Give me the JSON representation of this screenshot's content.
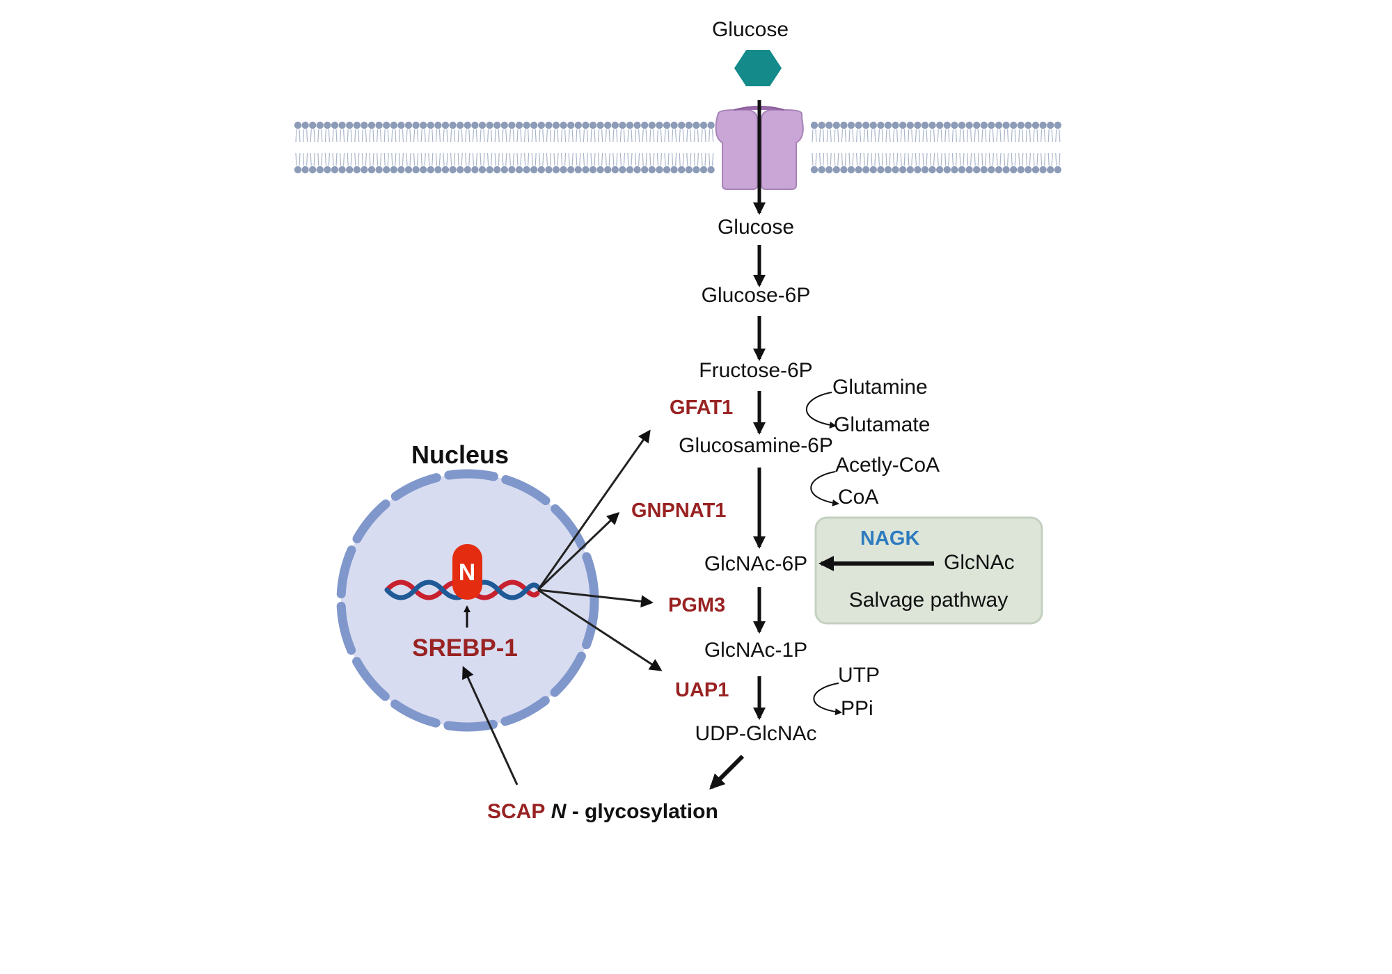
{
  "membrane": {
    "glucose_outside": "Glucose"
  },
  "pathway": {
    "metabolites": {
      "glucose": "Glucose",
      "glucose_6p": "Glucose-6P",
      "fructose_6p": "Fructose-6P",
      "glucosamine_6p": "Glucosamine-6P",
      "glcnac_6p": "GlcNAc-6P",
      "glcnac_1p": "GlcNAc-1P",
      "udp_glcnac": "UDP-GlcNAc"
    },
    "enzymes": {
      "gfat1": "GFAT1",
      "gnpnat1": "GNPNAT1",
      "pgm3": "PGM3",
      "uap1": "UAP1"
    },
    "cofactors": {
      "glutamine": "Glutamine",
      "glutamate": "Glutamate",
      "acetyl_coa": "Acetly-CoA",
      "coa": "CoA",
      "utp": "UTP",
      "ppi": "PPi"
    }
  },
  "salvage": {
    "enzyme": "NAGK",
    "substrate": "GlcNAc",
    "label": "Salvage pathway"
  },
  "nucleus": {
    "title": "Nucleus",
    "n_badge": "N",
    "srebp": "SREBP-1"
  },
  "output": {
    "scap": "SCAP",
    "n_letter": "N",
    "glycosylation": "- glycosylation"
  },
  "colors": {
    "enzyme_red": "#992222",
    "nagk_blue": "#2e7bbf",
    "glucose_teal": "#148a8a",
    "transporter_purple": "#c9a6d6",
    "nucleus_fill": "#d8dcf0",
    "nucleus_border": "#8097cc",
    "salvage_fill": "#dde5d9",
    "dna_red": "#c8202e",
    "dna_blue": "#1f5a96",
    "n_badge": "#e42d10"
  }
}
